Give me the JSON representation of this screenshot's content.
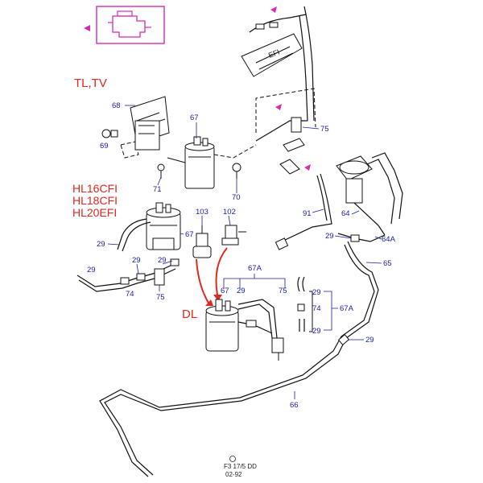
{
  "variants": {
    "tl_tv": "TL,TV",
    "hl16": "HL16CFI",
    "hl18": "HL18CFI",
    "hl20": "HL20EFI",
    "dl": "DL"
  },
  "callouts": {
    "c68": "68",
    "c67a": "67",
    "c69": "69",
    "c71": "71",
    "c70": "70",
    "c75a": "75",
    "c91": "91",
    "c64": "64",
    "c29a": "29",
    "c64a": "64A",
    "c65": "65",
    "c103": "103",
    "c102": "102",
    "c29b": "29",
    "c67b": "67",
    "c29c": "29",
    "c29d": "29",
    "c74a": "74",
    "c75b": "75",
    "c67c": "67A",
    "c67d": "67",
    "c29e": "29",
    "c75c": "75",
    "c29f": "29",
    "c74b": "74",
    "c67e": "67A",
    "c29g": "29",
    "c29h": "29",
    "c66": "66"
  },
  "footer": {
    "code": "F3 17/5 DD",
    "date": "02-92"
  },
  "colors": {
    "callout": "#1a1aa8",
    "variant": "#e0281e",
    "marker": "#d62bb5"
  },
  "icons": {
    "engine": "engine-icon",
    "marker": "triangle-marker-icon"
  }
}
